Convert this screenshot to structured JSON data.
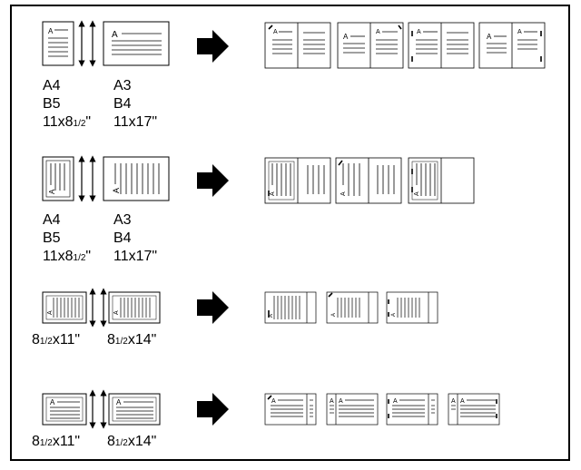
{
  "sections": [
    {
      "id": "landscape-a4",
      "left_sizes": [
        "A4",
        "B5"
      ],
      "left_inch_main": "11x8",
      "left_inch_frac": "1/2",
      "left_inch_unit": "\"",
      "right_sizes": [
        "A3",
        "B4"
      ],
      "right_inch": "11x17\""
    },
    {
      "id": "portrait-a4",
      "left_sizes": [
        "A4",
        "B5"
      ],
      "left_inch_main": "11x8",
      "left_inch_frac": "1/2",
      "left_inch_unit": "\"",
      "right_sizes": [
        "A3",
        "B4"
      ],
      "right_inch": "11x17\""
    },
    {
      "id": "letter-portrait",
      "left_main": "8",
      "left_frac": "1/2",
      "left_rest": "x11\"",
      "right_main": "8",
      "right_frac": "1/2",
      "right_rest": "x14\""
    },
    {
      "id": "letter-landscape",
      "left_main": "8",
      "left_frac": "1/2",
      "left_rest": "x11\"",
      "right_main": "8",
      "right_frac": "1/2",
      "right_rest": "x14\""
    }
  ],
  "glyph": "A",
  "colors": {
    "line": "#000000",
    "page": "#ffffff",
    "fold": "#e6e6e6"
  }
}
